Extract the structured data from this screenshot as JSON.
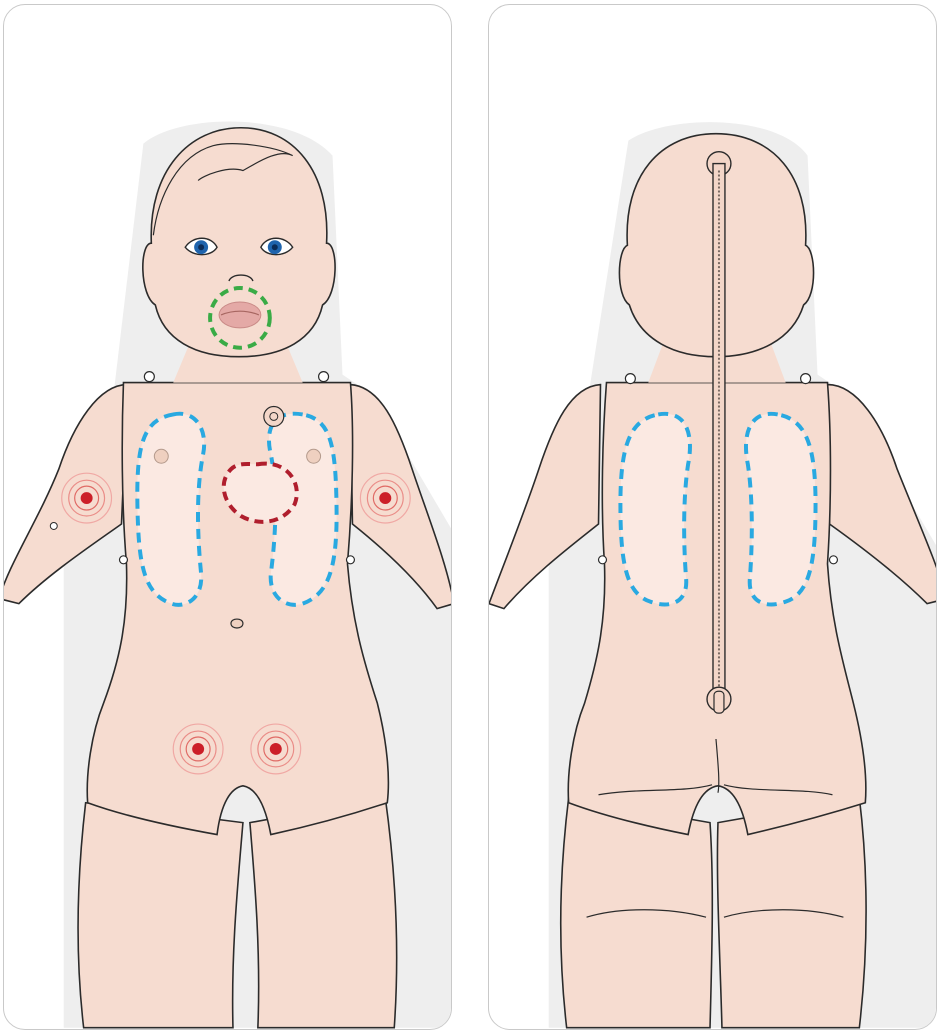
{
  "views": [
    {
      "id": "front",
      "zones": [
        "airway",
        "heart",
        "lung-left",
        "lung-right",
        "bp-arm-left",
        "bp-arm-right",
        "bp-leg-left",
        "bp-leg-right"
      ]
    },
    {
      "id": "back",
      "zones": [
        "lung-left",
        "lung-right",
        "zipper"
      ]
    }
  ],
  "colors": {
    "skin": "#f6dcd0",
    "skin_shade": "#ecc9bb",
    "outline": "#2b2b2b",
    "lung_zone": "#29a9e1",
    "heart_zone": "#b01e2d",
    "airway_zone": "#3aab46",
    "pulse": "#cc1f28",
    "eye": "#1f64ad",
    "panel_border": "#c9c9c9"
  }
}
